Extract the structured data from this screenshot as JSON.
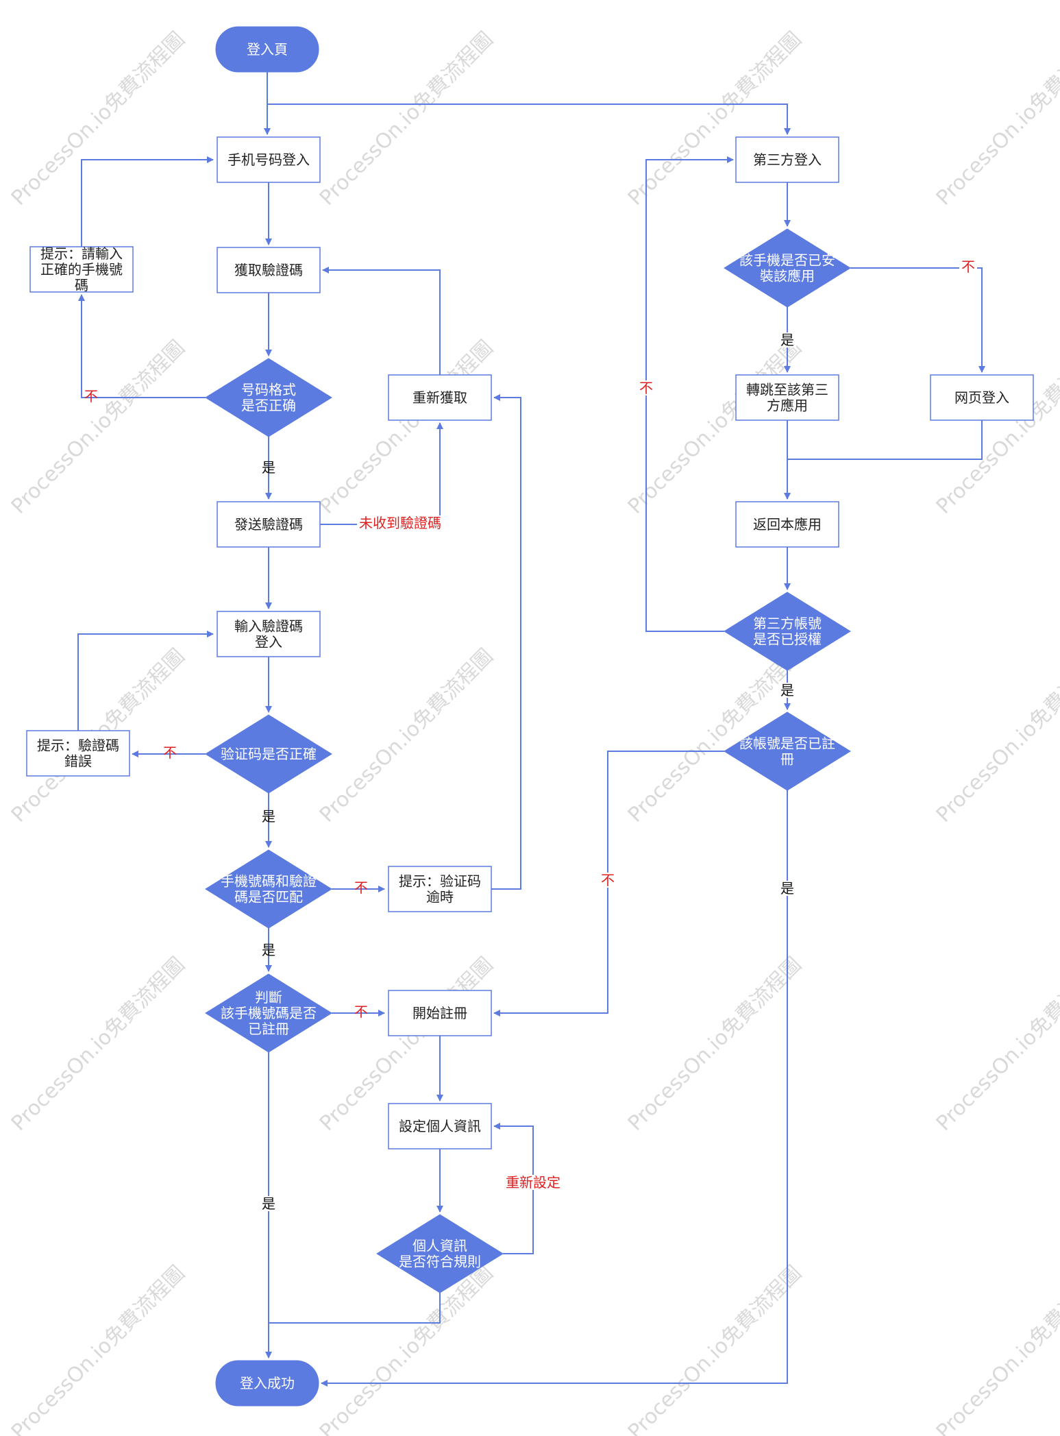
{
  "colors": {
    "edge": "#5B7BE0",
    "node_fill": "#5B7BE0",
    "node_text": "#ffffff",
    "box_text": "#222222",
    "label_black": "#111111",
    "label_red": "#E02020",
    "watermark": "#d9d9d9"
  },
  "watermark": {
    "text": "ProcessOn.io免費流程圖"
  },
  "nodes": {
    "n_login_page": {
      "lines": [
        "登入頁"
      ]
    },
    "n_phone_login": {
      "lines": [
        "手机号码登入"
      ]
    },
    "n_get_code": {
      "lines": [
        "獲取驗證碼"
      ]
    },
    "n_format_check": {
      "lines": [
        "号码格式",
        "是否正确"
      ]
    },
    "n_hint_phone": {
      "lines": [
        "提示：請輸入",
        "正確的手機號",
        "碼"
      ]
    },
    "n_send_code": {
      "lines": [
        "發送驗證碼"
      ]
    },
    "n_reget": {
      "lines": [
        "重新獲取"
      ]
    },
    "n_input_code": {
      "lines": [
        "輸入驗證碼",
        "登入"
      ]
    },
    "n_code_check": {
      "lines": [
        "验证码是否正確"
      ]
    },
    "n_hint_code": {
      "lines": [
        "提示：驗證碼",
        "錯誤"
      ]
    },
    "n_match_check": {
      "lines": [
        "手機號碼和驗證",
        "碼是否匹配"
      ]
    },
    "n_hint_timeout": {
      "lines": [
        "提示：验证码",
        "逾時"
      ]
    },
    "n_registered_check": {
      "lines": [
        "判斷",
        "該手機號碼是否",
        "已註冊"
      ]
    },
    "n_start_register": {
      "lines": [
        "開始註冊"
      ]
    },
    "n_set_info": {
      "lines": [
        "設定個人資訊"
      ]
    },
    "n_info_check": {
      "lines": [
        "個人資訊",
        "是否符合規則"
      ]
    },
    "n_login_success": {
      "lines": [
        "登入成功"
      ]
    },
    "n_third_login": {
      "lines": [
        "第三方登入"
      ]
    },
    "n_app_installed": {
      "lines": [
        "該手機是否已安",
        "裝該應用"
      ]
    },
    "n_jump_app": {
      "lines": [
        "轉跳至該第三",
        "方應用"
      ]
    },
    "n_web_login": {
      "lines": [
        "网页登入"
      ]
    },
    "n_return_app": {
      "lines": [
        "返回本應用"
      ]
    },
    "n_authorized": {
      "lines": [
        "第三方帳號",
        "是否已授權"
      ]
    },
    "n_account_registered": {
      "lines": [
        "該帳號是否已註",
        "冊"
      ]
    }
  },
  "edge_labels": {
    "l_format_no": "不",
    "l_format_yes": "是",
    "l_not_received": "未收到驗證碼",
    "l_code_no": "不",
    "l_code_yes": "是",
    "l_match_no": "不",
    "l_match_yes": "是",
    "l_reg_no": "不",
    "l_reg_yes": "是",
    "l_reset": "重新設定",
    "l_installed_no": "不",
    "l_installed_yes": "是",
    "l_auth_no": "不",
    "l_auth_yes": "是",
    "l_acct_no": "不",
    "l_acct_yes": "是"
  }
}
